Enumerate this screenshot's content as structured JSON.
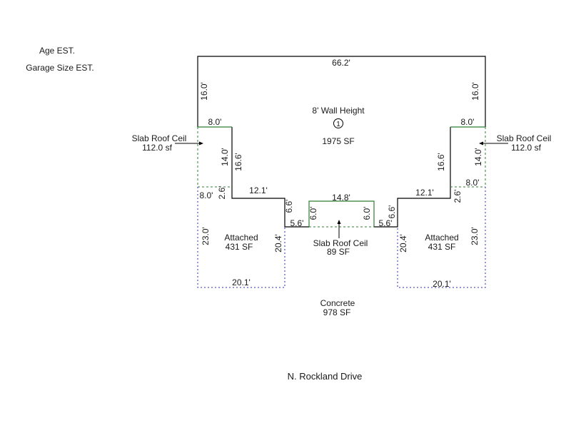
{
  "header": {
    "age": "Age EST.",
    "garage_size": "Garage Size EST."
  },
  "main_area": {
    "wall_height": "8' Wall Height",
    "floor_number": "1",
    "area": "1975 SF"
  },
  "slab_left": {
    "title": "Slab Roof Ceil",
    "area": "112.0 sf"
  },
  "slab_right": {
    "title": "Slab Roof Ceil",
    "area": "112.0 sf"
  },
  "slab_center": {
    "title": "Slab Roof Ceil",
    "area": "89 SF"
  },
  "garage_left": {
    "title": "Attached",
    "area": "431 SF"
  },
  "garage_right": {
    "title": "Attached",
    "area": "431 SF"
  },
  "concrete": {
    "title": "Concrete",
    "area": "978 SF"
  },
  "street": "N. Rockland Drive",
  "dimensions": {
    "top": "66.2'",
    "left_upper": "16.0'",
    "right_upper": "16.0'",
    "left_notch_top": "8.0'",
    "right_notch_top": "8.0'",
    "left_notch_inner": "14.0'",
    "right_notch_inner": "14.0'",
    "left_side": "16.6'",
    "right_side": "16.6'",
    "left_garage_top": "8.0'",
    "right_garage_top": "8.0'",
    "left_small": "2.6'",
    "right_small": "2.6'",
    "left_step": "12.1'",
    "right_step": "12.1'",
    "left_drop": "6.6'",
    "right_drop": "6.6'",
    "left_short": "5.6'",
    "right_short": "5.6'",
    "center_top": "14.8'",
    "center_left": "6.0'",
    "center_right": "6.0'",
    "left_garage_side": "23.0'",
    "right_garage_side": "23.0'",
    "left_garage_inner": "20.4'",
    "right_garage_inner": "20.4'",
    "left_garage_bottom": "20.1'",
    "right_garage_bottom": "20.1'"
  }
}
